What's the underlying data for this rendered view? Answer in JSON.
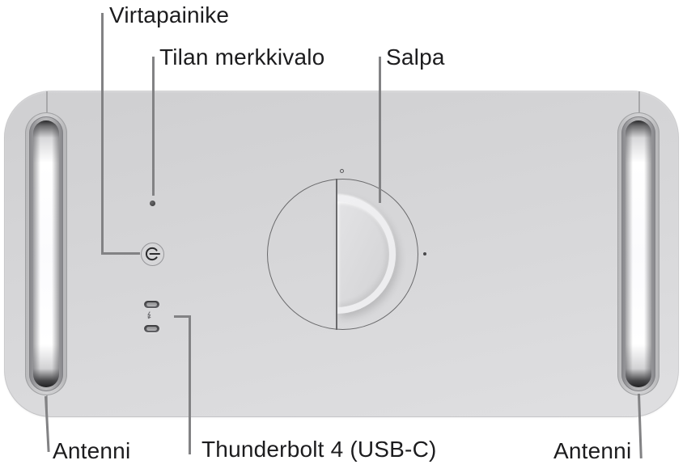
{
  "labels": {
    "power_button": "Virtapainike",
    "status_light": "Tilan merkkivalo",
    "latch": "Salpa",
    "antenna_left": "Antenni",
    "thunderbolt_ports": "Thunderbolt 4 (USB-C)",
    "antenna_right": "Antenni"
  },
  "colors": {
    "page_bg": "#ffffff",
    "body_top": "#cfcfd1",
    "body_bottom": "#dfdfe1",
    "callout_line": "#828284",
    "label_text": "#1c1c1e",
    "etch_outline": "#69696b",
    "port_dark": "#48484a",
    "tube_highlight": "#ffffff"
  },
  "icons": {
    "power": "power-icon",
    "thunderbolt": "thunderbolt-icon",
    "status": "status-light-dot",
    "latch": "latch-dial",
    "antenna": "antenna-slot"
  }
}
